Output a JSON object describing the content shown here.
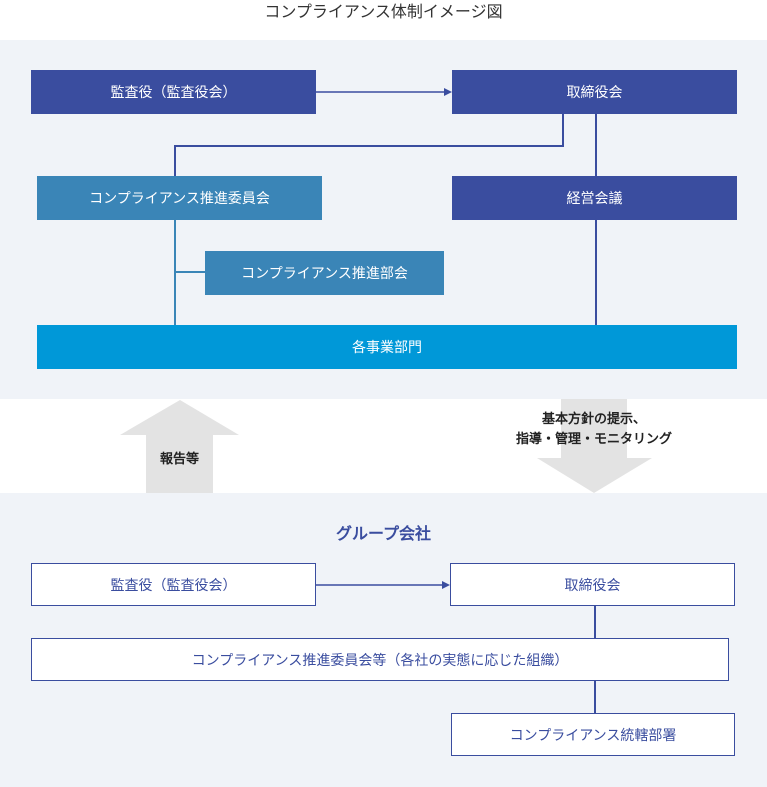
{
  "title": "コンプライアンス体制イメージ図",
  "top": {
    "auditors": "監査役（監査役会）",
    "board": "取締役会",
    "compliance_committee": "コンプライアンス推進委員会",
    "management_meeting": "経営会議",
    "compliance_dept": "コンプライアンス推進部会",
    "business_divisions": "各事業部門"
  },
  "arrows": {
    "up_label": "報告等",
    "down_label_line1": "基本方針の提示、",
    "down_label_line2": "指導・管理・モニタリング"
  },
  "group": {
    "title": "グループ会社",
    "auditors": "監査役（監査役会）",
    "board": "取締役会",
    "committee": "コンプライアンス推進委員会等（各社の実態に応じた組織）",
    "dept": "コンプライアンス統轄部署"
  },
  "colors": {
    "navy": "#3a4d9f",
    "teal": "#3a85b7",
    "cyan": "#0098d8",
    "panel": "#f0f3f8",
    "arrow": "#e3e3e3"
  }
}
